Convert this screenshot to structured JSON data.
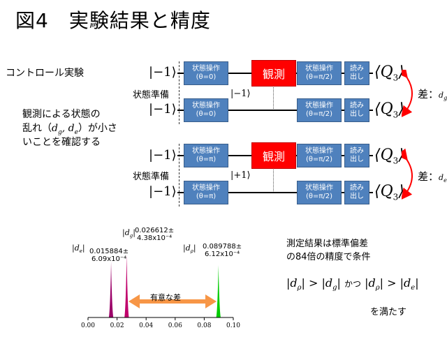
{
  "title": "図4　実験結果と精度",
  "control_label": "コントロール実験",
  "description": [
    "観測による状態の",
    "乱れ（dg, de）が小さ",
    "いことを確認する"
  ],
  "state_prep": "状態準備",
  "kets": {
    "minus1": "|−1⟩",
    "plus1": "|+1⟩"
  },
  "gates": {
    "op": "状態操作",
    "theta0": "(θ=0)",
    "thetapi": "(θ=π)",
    "thetapi2": "(θ=π/2)",
    "read1": "読み",
    "read2": "出し",
    "observe": "観測"
  },
  "q3": {
    "letter": "Q",
    "sub": "3"
  },
  "diff": {
    "label": "差：",
    "dg": "dg",
    "de": "de"
  },
  "chart_data": {
    "type": "histogram",
    "x_ticks": [
      "0.00",
      "0.02",
      "0.04",
      "0.06",
      "0.08",
      "0.10"
    ],
    "xlim": [
      0.0,
      0.1
    ],
    "peaks": [
      {
        "name": "|de|",
        "center": 0.015884,
        "error": "6.09x10-4",
        "color": "#9b0068",
        "label_value": "0.015884±",
        "label_err": "6.09x10⁻⁴"
      },
      {
        "name": "|dg|",
        "center": 0.026612,
        "error": "4.38x10-4",
        "color": "#c0006b",
        "label_value": "0.026612±",
        "label_err": "4.38x10⁻⁴"
      },
      {
        "name": "|dρ|",
        "center": 0.089788,
        "error": "6.12x10-4",
        "color": "#00cc00",
        "label_value": "0.089788±",
        "label_err": "6.12x10⁻⁴"
      }
    ],
    "annotation": "有意な差"
  },
  "conclusion": {
    "line1": "測定結果は標準偏差",
    "line2": "の84倍の精度で条件",
    "ineq_mid": "かつ",
    "line3": "を満たす"
  },
  "colors": {
    "gate": "#4f81bd",
    "observe": "#ff0000",
    "arrow_red": "#ff0000",
    "arrow_orange": "#f79646"
  }
}
